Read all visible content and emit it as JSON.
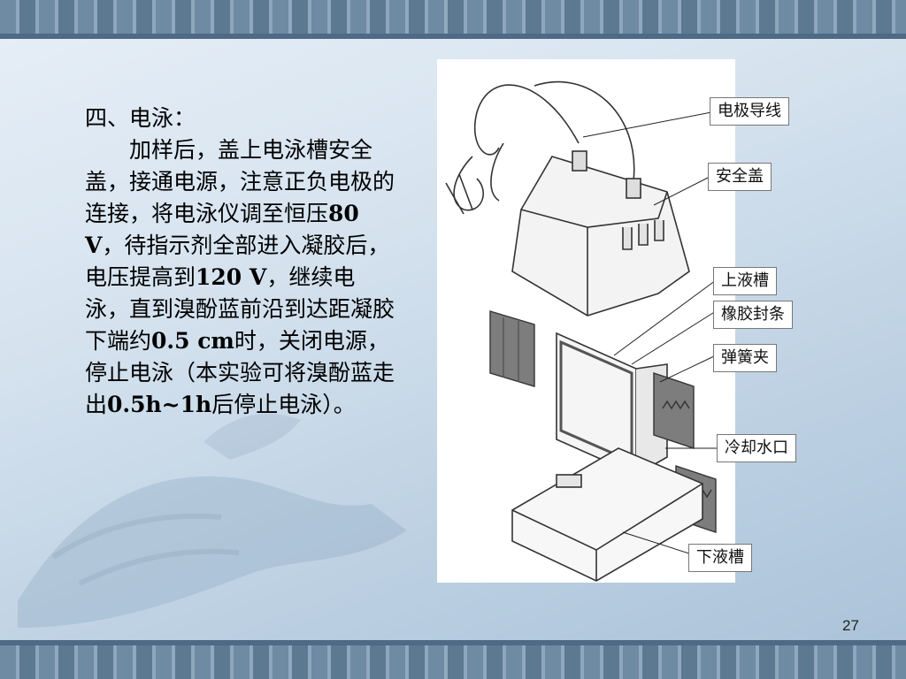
{
  "slide": {
    "heading": "四、电泳：",
    "body_parts": [
      "加样后，盖上电泳槽安全盖，接通电源，注意正负电极的连接，将电泳仪调至恒压",
      "80 V",
      "，待指示剂全部进入凝胶后，电压提高到",
      "120 V",
      "，继续电泳，直到溴酚蓝前沿到达距凝胶下端约",
      "0.5 cm",
      "时，关闭电源，停止电泳（本实验可将溴酚蓝走出",
      "0.5h~1h",
      "后停止电泳）。"
    ],
    "page_number": "27"
  },
  "figure_labels": {
    "electrode_wire": "电极导线",
    "safety_lid": "安全盖",
    "upper_tank": "上液槽",
    "rubber_seal": "橡胶封条",
    "spring_clip": "弹簧夹",
    "cooling_outlet": "冷却水口",
    "lower_tank": "下液槽"
  }
}
